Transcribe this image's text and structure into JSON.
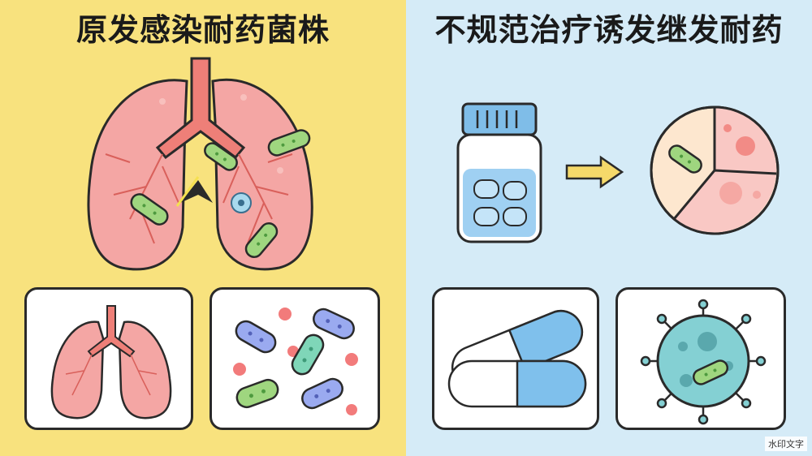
{
  "left_panel": {
    "title": "原发感染耐药菌株"
  },
  "right_panel": {
    "title": "不规范治疗诱发继发耐药"
  },
  "watermark": "水印文字",
  "colors": {
    "left_bg": "#f8e27e",
    "right_bg": "#d5ebf7",
    "lung": "#f4a6a4",
    "trachea": "#ee7f78",
    "bacteria_green": "#9fd67f",
    "bacteria_blue": "#9aaaf0",
    "bacteria_teal": "#7fd6b8",
    "red_dot": "#f27b7b",
    "capsule_blue": "#7fc0ec",
    "virus": "#84d0d3",
    "arrow": "#f5d96a"
  },
  "icons": [
    "lungs-icon",
    "bacteria-icon",
    "medicine-bottle-icon",
    "arrow-right-icon",
    "pie-culture-icon",
    "capsule-icon",
    "virus-icon",
    "cough-spark-icon"
  ]
}
